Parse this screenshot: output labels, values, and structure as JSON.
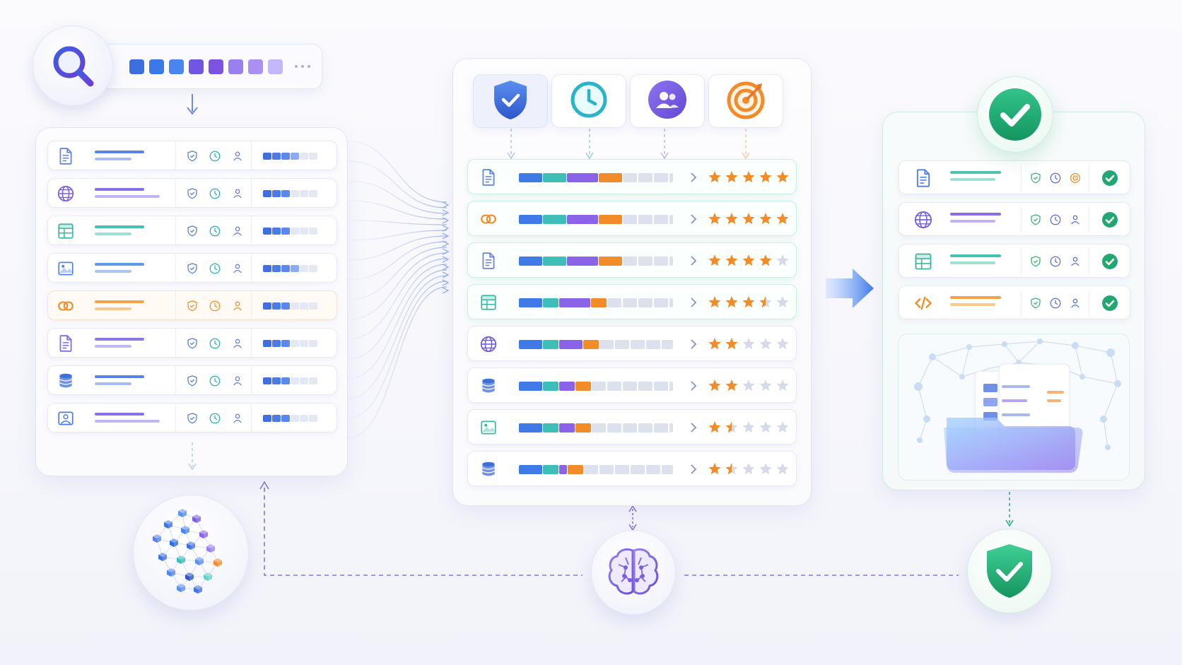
{
  "search": {
    "squares": [
      "#3b6fe0",
      "#3b78ea",
      "#4a86f0",
      "#7056e0",
      "#7b55e2",
      "#9a7ff0",
      "#a991f4",
      "#c4b8fa"
    ]
  },
  "colors": {
    "blue": "#3f7ae8",
    "teal": "#3dbfb8",
    "purple": "#8a63e8",
    "orange": "#f28c28",
    "green": "#23a771",
    "gray": "#dde1ee"
  },
  "left_items": [
    {
      "icon": "document-icon",
      "accent": "#5b82e6",
      "lines": [
        "#5b82e6",
        "#a7bdf2"
      ],
      "bars": 4
    },
    {
      "icon": "globe-icon",
      "accent": "#7a5fe0",
      "lines": [
        "#8d6de6",
        "#c3b2f4"
      ],
      "bars": 3
    },
    {
      "icon": "spreadsheet-icon",
      "accent": "#3bb6a4",
      "lines": [
        "#46c2b0",
        "#9ee0d6"
      ],
      "bars": 3
    },
    {
      "icon": "image-icon",
      "accent": "#4b86e6",
      "lines": [
        "#5b9ae8",
        "#a8c6f2"
      ],
      "bars": 4
    },
    {
      "icon": "link-icon",
      "accent": "#f28c28",
      "lines": [
        "#f5a04a",
        "#f9c994"
      ],
      "bars": 3
    },
    {
      "icon": "document-icon",
      "accent": "#7a6ae4",
      "lines": [
        "#8a78e8",
        "#c4b8f4"
      ],
      "bars": 3
    },
    {
      "icon": "database-icon",
      "accent": "#3f6fd8",
      "lines": [
        "#5a82e6",
        "#a6bcf2"
      ],
      "bars": 3
    },
    {
      "icon": "image-person-icon",
      "accent": "#4a7ee4",
      "lines": [
        "#8a6ee6",
        "#c4b6f4"
      ],
      "bars": 3
    }
  ],
  "criteria": [
    {
      "icon": "shield-check-icon",
      "color": "#3f73e0"
    },
    {
      "icon": "clock-icon",
      "color": "#2bb3c9"
    },
    {
      "icon": "users-icon",
      "color": "#7a5fe0"
    },
    {
      "icon": "target-icon",
      "color": "#f28c28"
    }
  ],
  "ranked_items": [
    {
      "icon": "document-icon",
      "accent": "#5b82e6",
      "segments": [
        3,
        3,
        4,
        3
      ],
      "rating": 5,
      "highlight": true
    },
    {
      "icon": "link-icon",
      "accent": "#f28c28",
      "segments": [
        3,
        3,
        4,
        3
      ],
      "rating": 5,
      "highlight": true
    },
    {
      "icon": "document-icon",
      "accent": "#6b7fe6",
      "segments": [
        3,
        3,
        4,
        3
      ],
      "rating": 4,
      "highlight": true
    },
    {
      "icon": "spreadsheet-icon",
      "accent": "#3bb6a4",
      "segments": [
        3,
        2,
        4,
        2
      ],
      "rating": 3.5,
      "highlight": true
    },
    {
      "icon": "globe-icon",
      "accent": "#6c5be0",
      "segments": [
        3,
        2,
        3,
        2
      ],
      "rating": 2,
      "highlight": false
    },
    {
      "icon": "database-icon",
      "accent": "#3f6fd8",
      "segments": [
        3,
        2,
        2,
        2
      ],
      "rating": 2,
      "highlight": false
    },
    {
      "icon": "image-icon",
      "accent": "#3bb6a4",
      "segments": [
        3,
        2,
        2,
        2
      ],
      "rating": 1.5,
      "highlight": false
    },
    {
      "icon": "database-icon",
      "accent": "#3f6fd8",
      "segments": [
        3,
        2,
        1,
        2
      ],
      "rating": 1.5,
      "highlight": false
    }
  ],
  "selected_items": [
    {
      "icon": "document-icon",
      "accent": "#4f7fe6",
      "lines": [
        "#4fc2b2",
        "#9fe0d6"
      ],
      "meta": [
        "shield-icon",
        "clock-icon",
        "target-icon"
      ]
    },
    {
      "icon": "globe-icon",
      "accent": "#7a5fe0",
      "lines": [
        "#8d6de6",
        "#c3b2f4"
      ],
      "meta": [
        "shield-icon",
        "clock-icon",
        "user-icon"
      ]
    },
    {
      "icon": "spreadsheet-icon",
      "accent": "#3bb6a4",
      "lines": [
        "#46c2b0",
        "#9ee0d6"
      ],
      "meta": [
        "shield-icon",
        "clock-icon",
        "user-icon"
      ]
    },
    {
      "icon": "code-icon",
      "accent": "#f28c28",
      "lines": [
        "#f5a04a",
        "#f9c994"
      ],
      "meta": [
        "shield-icon",
        "clock-icon",
        "user-icon"
      ]
    }
  ]
}
